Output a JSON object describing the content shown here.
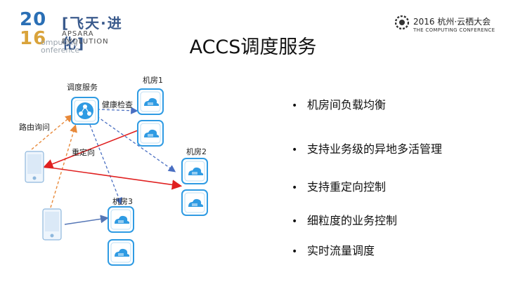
{
  "logo_left": {
    "year_top": "20",
    "year_bottom": "16",
    "cn": "[飞天·进化]",
    "sub": "APSARA EVOLUTION",
    "computing_1": "omputing",
    "computing_2": "onference"
  },
  "logo_right": {
    "line1": "2016 杭州·云栖大会",
    "line2": "THE COMPUTING CONFERENCE"
  },
  "title": "ACCS调度服务",
  "diagram": {
    "scheduler_label": "调度服务",
    "room1_label": "机房1",
    "room2_label": "机房2",
    "room3_label": "机房3",
    "health_check_label": "健康检查",
    "route_query_label": "路由询问",
    "redirect_label": "重定向"
  },
  "bullets": [
    "机房间负载均衡",
    "支持业务级的异地多活管理",
    "支持重定向控制",
    "细粒度的业务控制",
    "实时流量调度"
  ],
  "colors": {
    "icon_blue": "#2f9be3",
    "orange_dash": "#e8893a",
    "red_arrow": "#e02020",
    "blue_dash": "#4a6fc2",
    "navy_arrow": "#5576b6"
  }
}
